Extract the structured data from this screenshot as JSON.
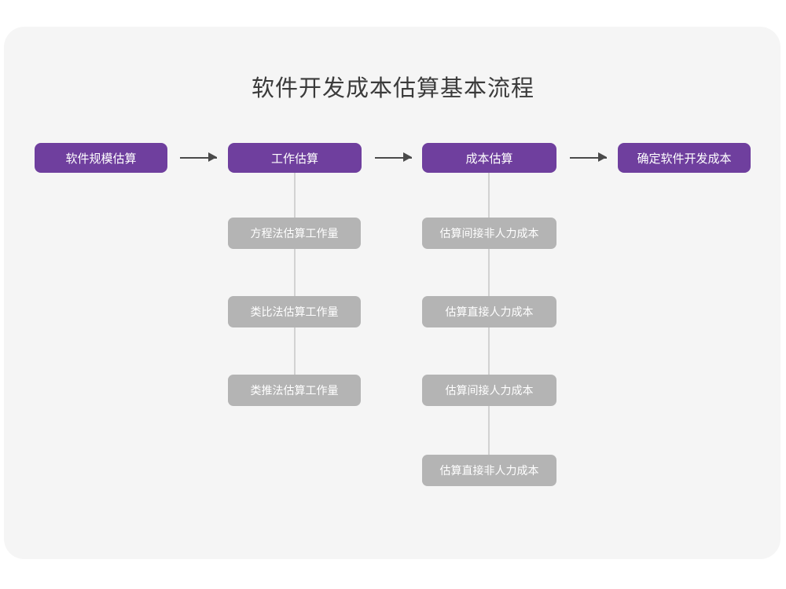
{
  "page": {
    "title": "软件开发成本估算基本流程",
    "background_color": "#ffffff",
    "card_color": "#f5f5f5"
  },
  "theme": {
    "primary_color": "#6f3f9e",
    "secondary_color": "#b4b4b4",
    "arrow_color": "#4a4a4a",
    "connector_color": "#d2d2d2",
    "title_color": "#3b3b3b",
    "node_text_color": "#ffffff"
  },
  "flow": {
    "main_steps": [
      {
        "id": "step-1",
        "label": "软件规模估算"
      },
      {
        "id": "step-2",
        "label": "工作估算"
      },
      {
        "id": "step-3",
        "label": "成本估算"
      },
      {
        "id": "step-4",
        "label": "确定软件开发成本"
      }
    ],
    "arrows": [
      {
        "id": "arrow-1",
        "from": "软件规模估算",
        "to": "工作估算",
        "glyph": "arrow-right-icon"
      },
      {
        "id": "arrow-2",
        "from": "工作估算",
        "to": "成本估算",
        "glyph": "arrow-right-icon"
      },
      {
        "id": "arrow-3",
        "from": "成本估算",
        "to": "确定软件开发成本",
        "glyph": "arrow-right-icon"
      }
    ],
    "branches": [
      {
        "parent": "工作估算",
        "items": [
          {
            "id": "work-1",
            "label": "方程法估算工作量"
          },
          {
            "id": "work-2",
            "label": "类比法估算工作量"
          },
          {
            "id": "work-3",
            "label": "类推法估算工作量"
          }
        ]
      },
      {
        "parent": "成本估算",
        "items": [
          {
            "id": "cost-1",
            "label": "估算间接非人力成本"
          },
          {
            "id": "cost-2",
            "label": "估算直接人力成本"
          },
          {
            "id": "cost-3",
            "label": "估算间接人力成本"
          },
          {
            "id": "cost-4",
            "label": "估算直接非人力成本"
          }
        ]
      }
    ]
  },
  "chart_data": {
    "type": "diagram",
    "title": "软件开发成本估算基本流程",
    "nodes": [
      {
        "id": "step-1",
        "label": "软件规模估算",
        "level": "main",
        "column": 1
      },
      {
        "id": "step-2",
        "label": "工作估算",
        "level": "main",
        "column": 2
      },
      {
        "id": "step-3",
        "label": "成本估算",
        "level": "main",
        "column": 3
      },
      {
        "id": "step-4",
        "label": "确定软件开发成本",
        "level": "main",
        "column": 4
      },
      {
        "id": "work-1",
        "label": "方程法估算工作量",
        "level": "sub",
        "column": 2
      },
      {
        "id": "work-2",
        "label": "类比法估算工作量",
        "level": "sub",
        "column": 2
      },
      {
        "id": "work-3",
        "label": "类推法估算工作量",
        "level": "sub",
        "column": 2
      },
      {
        "id": "cost-1",
        "label": "估算间接非人力成本",
        "level": "sub",
        "column": 3
      },
      {
        "id": "cost-2",
        "label": "估算直接人力成本",
        "level": "sub",
        "column": 3
      },
      {
        "id": "cost-3",
        "label": "估算间接人力成本",
        "level": "sub",
        "column": 3
      },
      {
        "id": "cost-4",
        "label": "估算直接非人力成本",
        "level": "sub",
        "column": 3
      }
    ],
    "edges": [
      {
        "from": "step-1",
        "to": "step-2",
        "style": "arrow"
      },
      {
        "from": "step-2",
        "to": "step-3",
        "style": "arrow"
      },
      {
        "from": "step-3",
        "to": "step-4",
        "style": "arrow"
      },
      {
        "from": "step-2",
        "to": "work-1",
        "style": "line"
      },
      {
        "from": "work-1",
        "to": "work-2",
        "style": "line"
      },
      {
        "from": "work-2",
        "to": "work-3",
        "style": "line"
      },
      {
        "from": "step-3",
        "to": "cost-1",
        "style": "line"
      },
      {
        "from": "cost-1",
        "to": "cost-2",
        "style": "line"
      },
      {
        "from": "cost-2",
        "to": "cost-3",
        "style": "line"
      },
      {
        "from": "cost-3",
        "to": "cost-4",
        "style": "line"
      }
    ]
  }
}
